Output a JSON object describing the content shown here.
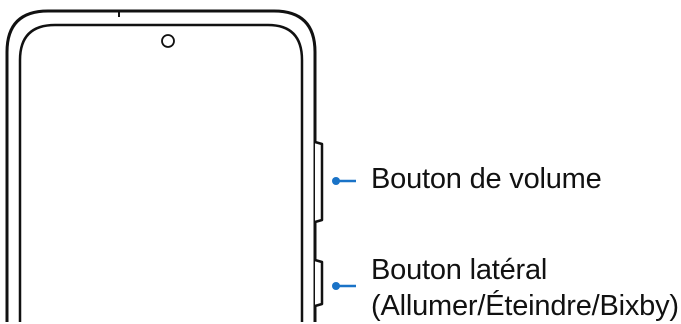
{
  "diagram": {
    "accent_color": "#1a73c7",
    "outline_color": "#111111",
    "icons": {
      "camera": "front-camera-icon"
    },
    "callouts": {
      "volume_button": {
        "label": "Bouton de volume"
      },
      "side_button": {
        "label_line1": "Bouton latéral",
        "label_line2": "(Allumer/Éteindre/Bixby)"
      }
    }
  }
}
